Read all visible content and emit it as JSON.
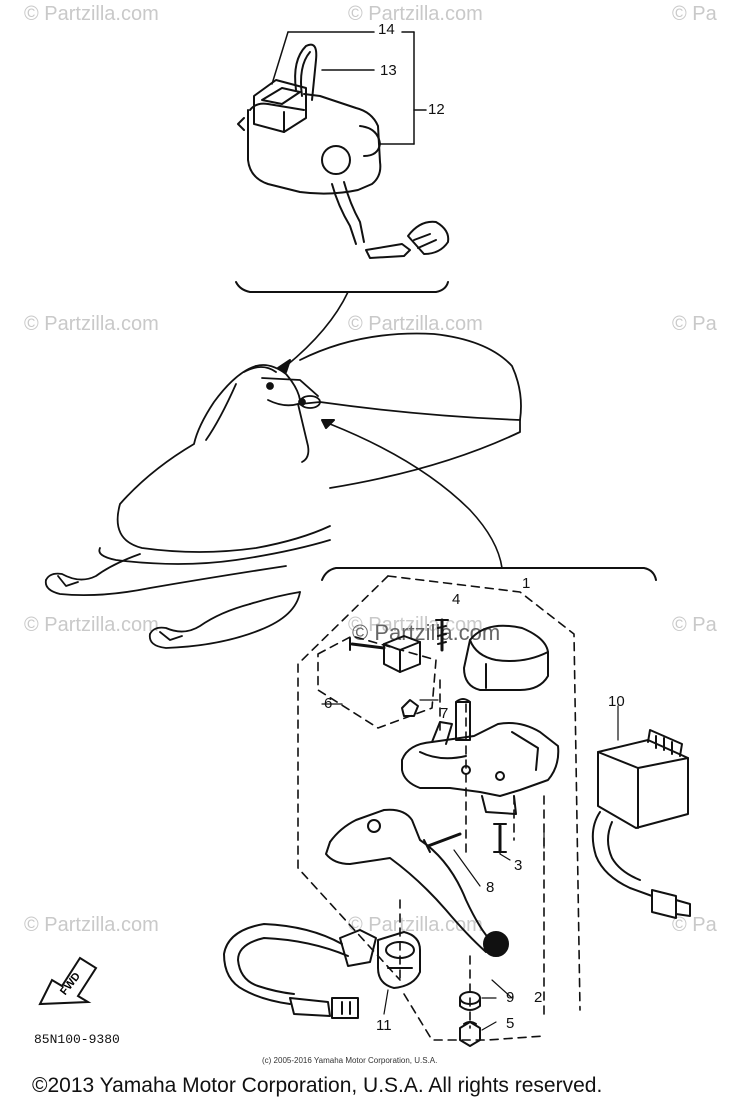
{
  "watermarks": [
    "© Partzilla.com",
    "© Partzilla.com",
    "© Pa",
    "© Partzilla.com",
    "© Partzilla.com",
    "© Pa",
    "© Partzilla.com",
    "© Partzilla.com",
    "© Pa",
    "© Partzilla.com",
    "© Partzilla.com",
    "© Pa",
    "© Partzilla.com"
  ],
  "callouts": {
    "c1": "1",
    "c2": "2",
    "c3": "3",
    "c4": "4",
    "c5": "5",
    "c6": "6",
    "c7": "7",
    "c8": "8",
    "c9": "9",
    "c10": "10",
    "c11": "11",
    "c12": "12",
    "c13": "13",
    "c14": "14"
  },
  "fwd_label": "FWD",
  "part_number": "85N100-9380",
  "small_copyright": "(c) 2005-2016 Yamaha Motor Corporation, U.S.A.",
  "copyright": "©2013 Yamaha Motor Corporation, U.S.A. All rights reserved."
}
